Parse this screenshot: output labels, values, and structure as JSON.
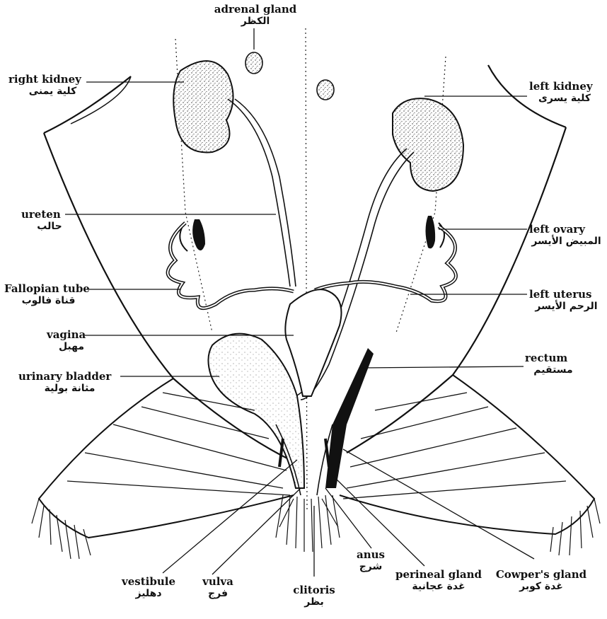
{
  "labels": {
    "adrenal_gland": {
      "en": "adrenal gland",
      "ar": "الكظر"
    },
    "right_kidney": {
      "en": "right kidney",
      "ar": "كلية يمنى"
    },
    "left_kidney": {
      "en": "left kidney",
      "ar": "كلية يسرى"
    },
    "ureter": {
      "en": "ureten",
      "ar": "حالب"
    },
    "left_ovary": {
      "en": "left ovary",
      "ar": "المبيض الأيسر"
    },
    "fallopian_tube": {
      "en": "Fallopian tube",
      "ar": "قناة فالوب"
    },
    "left_uterus": {
      "en": "left uterus",
      "ar": "الرحم الأيسر"
    },
    "vagina": {
      "en": "vagina",
      "ar": "مهبل"
    },
    "rectum": {
      "en": "rectum",
      "ar": "مستقيم"
    },
    "urinary_bladder": {
      "en": "urinary bladder",
      "ar": "مثانة بولية"
    },
    "anus": {
      "en": "anus",
      "ar": "شرج"
    },
    "vestibule": {
      "en": "vestibule",
      "ar": "دهليز"
    },
    "vulva": {
      "en": "vulva",
      "ar": "فرج"
    },
    "clitoris": {
      "en": "clitoris",
      "ar": "بظر"
    },
    "perineal_gland": {
      "en": "perineal gland",
      "ar": "غدة عجانية"
    },
    "cowpers_gland": {
      "en": "Cowper's gland",
      "ar": "غدة كوبر"
    }
  }
}
